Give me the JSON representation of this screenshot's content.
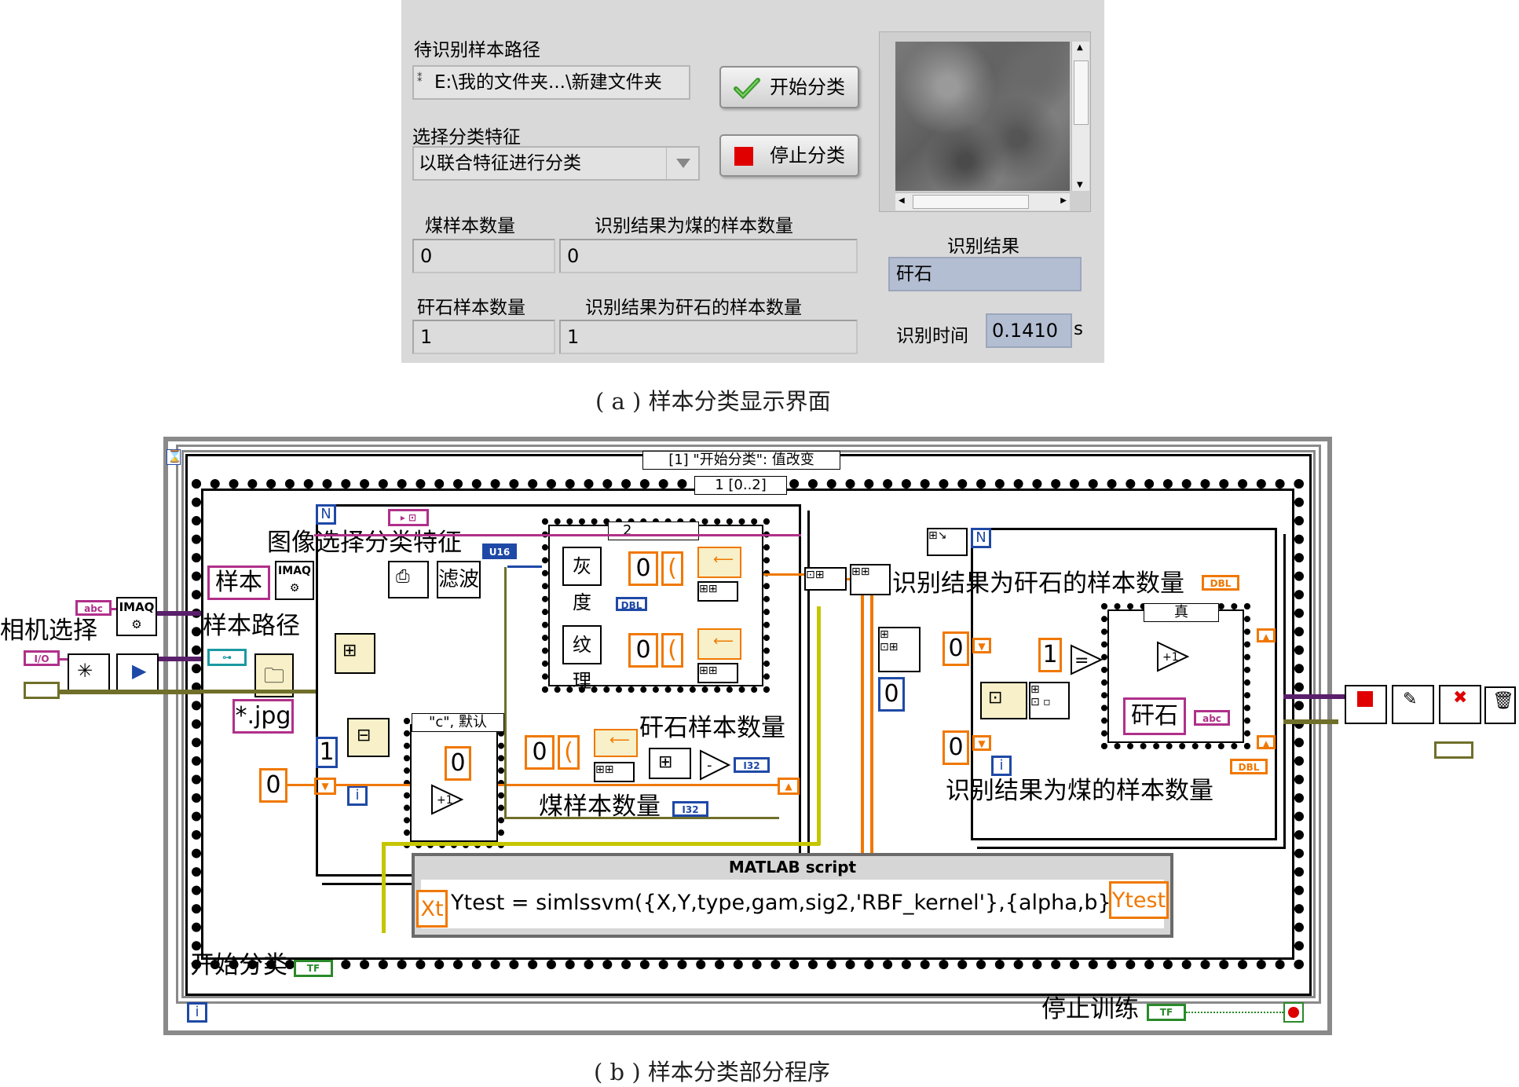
{
  "panel": {
    "path_label": "待识别样本路径",
    "path_value": "E:\\我的文件夹...\\新建文件夹",
    "feature_label": "选择分类特征",
    "feature_value": "以联合特征进行分类",
    "start_button": "开始分类",
    "stop_button": "停止分类",
    "coal_count_label": "煤样本数量",
    "coal_count_value": "0",
    "coal_result_label": "识别结果为煤的样本数量",
    "coal_result_value": "0",
    "gangue_count_label": "矸石样本数量",
    "gangue_count_value": "1",
    "gangue_result_label": "识别结果为矸石的样本数量",
    "gangue_result_value": "1",
    "result_label": "识别结果",
    "result_value": "矸石",
    "time_label": "识别时间",
    "time_value": "0.1410",
    "time_unit": "s"
  },
  "caption_a": "( a ) 样本分类显示界面",
  "caption_b": "( b ) 样本分类部分程序",
  "diagram": {
    "event_selector": "[1] \"开始分类\": 值改变",
    "sequence_selector": "1 [0..2]",
    "case_selector_2": "2",
    "case_c_selector": "\"c\", 默认",
    "case_true_selector": "真",
    "camera_select": "相机选择",
    "sample_path": "样本路径",
    "image_select_feature": "图像选择分类特征",
    "filter": "滤波",
    "sample_const": "样本",
    "jpg_const": "*.jpg",
    "gray": "灰度",
    "texture": "纹理",
    "gangue_sample_count": "矸石样本数量",
    "coal_sample_count": "煤样本数量",
    "gangue_result_count": "识别结果为矸石的样本数量",
    "coal_result_count": "识别结果为煤的样本数量",
    "gangue_const": "矸石",
    "start_classify": "开始分类",
    "stop_training": "停止训练",
    "matlab_title": "MATLAB script",
    "matlab_in": "Xt",
    "matlab_out": "Ytest",
    "matlab_code": "Ytest = simlssvm({X,Y,type,gam,sig2,'RBF_kernel'},{alpha,b},Xt);",
    "const_0": "0",
    "const_1": "1",
    "loop_n": "N",
    "loop_i": "i",
    "eq": "=",
    "plus1": "+1",
    "minus": "-",
    "paren": "(",
    "imaq": "IMAQ",
    "tags": {
      "u16": "U16",
      "i32": "I32",
      "dbl": "DBL",
      "abc": "abc",
      "tf": "TF",
      "io": "I/O"
    }
  }
}
